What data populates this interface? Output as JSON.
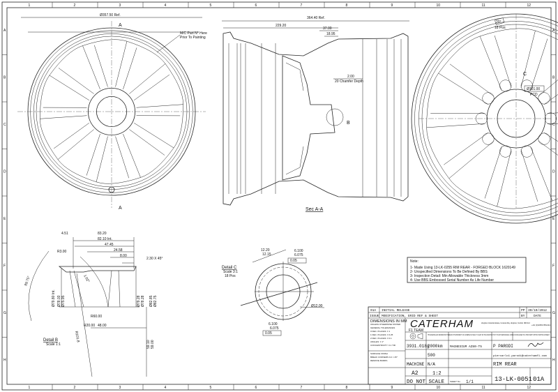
{
  "border": {
    "columns": [
      "1",
      "2",
      "3",
      "4",
      "5",
      "6",
      "7",
      "8",
      "9",
      "10",
      "11",
      "12"
    ],
    "rows": [
      "A",
      "B",
      "C",
      "D",
      "E",
      "F",
      "G",
      "H"
    ]
  },
  "front_view": {
    "diameter": "Ø357.50 Ref.",
    "note": [
      "M/C Part N° Here",
      "Prior To Painting"
    ],
    "section_label": "A"
  },
  "section_view": {
    "title": "Sec A-A",
    "dims": {
      "overall": "364.40 Ref.",
      "inner": "229.20",
      "d1": "37.00",
      "d2": "18.95",
      "chamfer": "2.00",
      "chamfer_note": "20 Chamfer Depth"
    },
    "detail_ref": "B"
  },
  "rear_view": {
    "angle": "20°",
    "angle_note": "18 Pos",
    "pcd": "Ø101.00",
    "pcd_note": "PCD",
    "detail_ref": "C"
  },
  "detail_b": {
    "title": "Detail B",
    "scale": "Scale 1:1",
    "dims": [
      "4.51",
      "83.20",
      "82.10 Int.",
      "47.45",
      "24.58",
      "8.00",
      "2.30 X 45°",
      "R3.00",
      "89.75°",
      "1.02°",
      "Ø79.80 Int.",
      "Ø78.03",
      "Ø75.95",
      "Ø79.28",
      "Ø78.28",
      "Ø82.85",
      "Ø82.75",
      "R60.00",
      "R20.00",
      "R101.8",
      "48.00",
      "59.10",
      "59.00"
    ]
  },
  "detail_c": {
    "title": "Detail C",
    "scale": "Scale 3:1",
    "count": "18 Pos",
    "dims": [
      "12.20",
      "12.15",
      "6.100",
      "6.075",
      "0.05",
      "Ø12.00",
      "0.05"
    ]
  },
  "notes": {
    "heading": "Note:",
    "items": [
      "1-  Made Using 13-LK-0255  RIM REAR - FORGED BLOCK 1620149",
      "2-  Unspecified Dimensions To Be Defined By BBS",
      "3-  Inspection Detail: Min Allowable Thickness 3mm",
      "4-  Use BBS Embossed Serial Number As Life Number"
    ]
  },
  "title_block": {
    "revisions": [
      {
        "issue": "01A",
        "desc": "INITIAL RELEASE",
        "by": "PP",
        "date": "30/10/2012"
      }
    ],
    "rev_header": {
      "issue": "ISSUE",
      "desc": "MODIFICATION, GRID REF & SHEET",
      "by": "BY",
      "date": "DATE"
    },
    "units": "DIMENSIONS IN MM",
    "units_sub": "UNLESS OTHERWISE STATED",
    "tolerances": [
      "GENERAL TOLERANCES",
      "0 DEC. PLACES: ± 1",
      "1 DEC. PLACES: ± 0.25",
      "2 DEC. PLACES: ± 0.1",
      "ANGLES: ± 1°",
      "CONCENTRICITY: 0.1 TIR"
    ],
    "surface": [
      "SURFACE FINISH",
      "BREAK CORNERS 0.2 × 45°",
      "REMOVE BURRS"
    ],
    "company": "CATERHAM",
    "company_sub": "F1 TEAM",
    "address": "Hingham Industrial Estate, Ironside Way, Hingham, Norfolk, NR9 4LF",
    "phone": "+44 (0)1953 851411",
    "confidential": "THIS DRAWING AND INFORMATION THEREON IS THE PROPERTY OF CATERHAM F1 TEAM. IT IS LENT ON THE CONDITION THAT IT IS NOT REPRODUCED, COPIED OR DISCLOSED TO A THIRD PARTY WITHOUT WRITTEN CONSENT.",
    "weight": "3931.018g",
    "lifing": "2000km",
    "material": "MAGNESIUM AZ80-T5",
    "drawn_by": "P PARODI",
    "email": "piercarlo1.parodi@caterhamf1.com",
    "quantity": "500",
    "process": "MACHINE",
    "finish": "N/A",
    "size": "A2",
    "scale": "1:2",
    "description": "RIM REAR",
    "do_not_scale": "DO NOT SCALE",
    "sheet_label": "SHEET No.",
    "sheet": "1/1",
    "part_number": "13-LK-0051",
    "issue": "01A"
  }
}
